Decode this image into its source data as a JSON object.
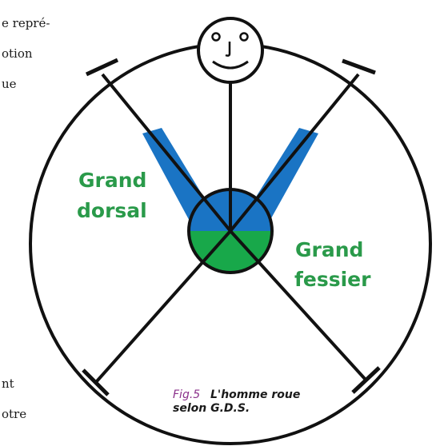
{
  "body_text_fragments": [
    {
      "text": "e repré-"
    },
    {
      "text": "otion"
    },
    {
      "text": "ue"
    },
    {
      "text": "nt"
    },
    {
      "text": "otre"
    }
  ],
  "diagram": {
    "labels": {
      "grand_dorsal": [
        "Grand",
        "dorsal"
      ],
      "grand_fessier": [
        "Grand",
        "fessier"
      ]
    },
    "caption": {
      "fig": "Fig.5",
      "title_line1": "L'homme roue",
      "title_line2": "selon G.D.S."
    },
    "colors": {
      "outline": "#111111",
      "dorsal_fill": "#1a74c4",
      "lower_hip_fill": "#18a84a",
      "label_green": "#2a9a4a",
      "caption_fig": "#8a2f8a"
    }
  }
}
